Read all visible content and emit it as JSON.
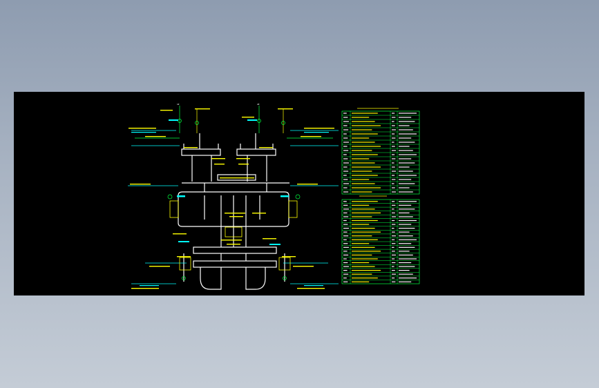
{
  "colors": {
    "background_gradient_top": "#8e9cb0",
    "background_gradient_bottom": "#c4ccd6",
    "canvas": "#000000",
    "bus_line": "#ffffff",
    "label_yellow": "#ffff00",
    "label_cyan": "#00ffff",
    "table_green": "#00ff40"
  },
  "diagram": {
    "type": "electrical single-line diagram (CAD drawing preview)",
    "legible_text": [
      "1#",
      "2#"
    ]
  },
  "tables": [
    {
      "name": "equipment-table-top",
      "rows": 20,
      "columns": 4,
      "text_legible": false
    },
    {
      "name": "equipment-table-bottom",
      "rows": 22,
      "columns": 4,
      "text_legible": false
    }
  ]
}
